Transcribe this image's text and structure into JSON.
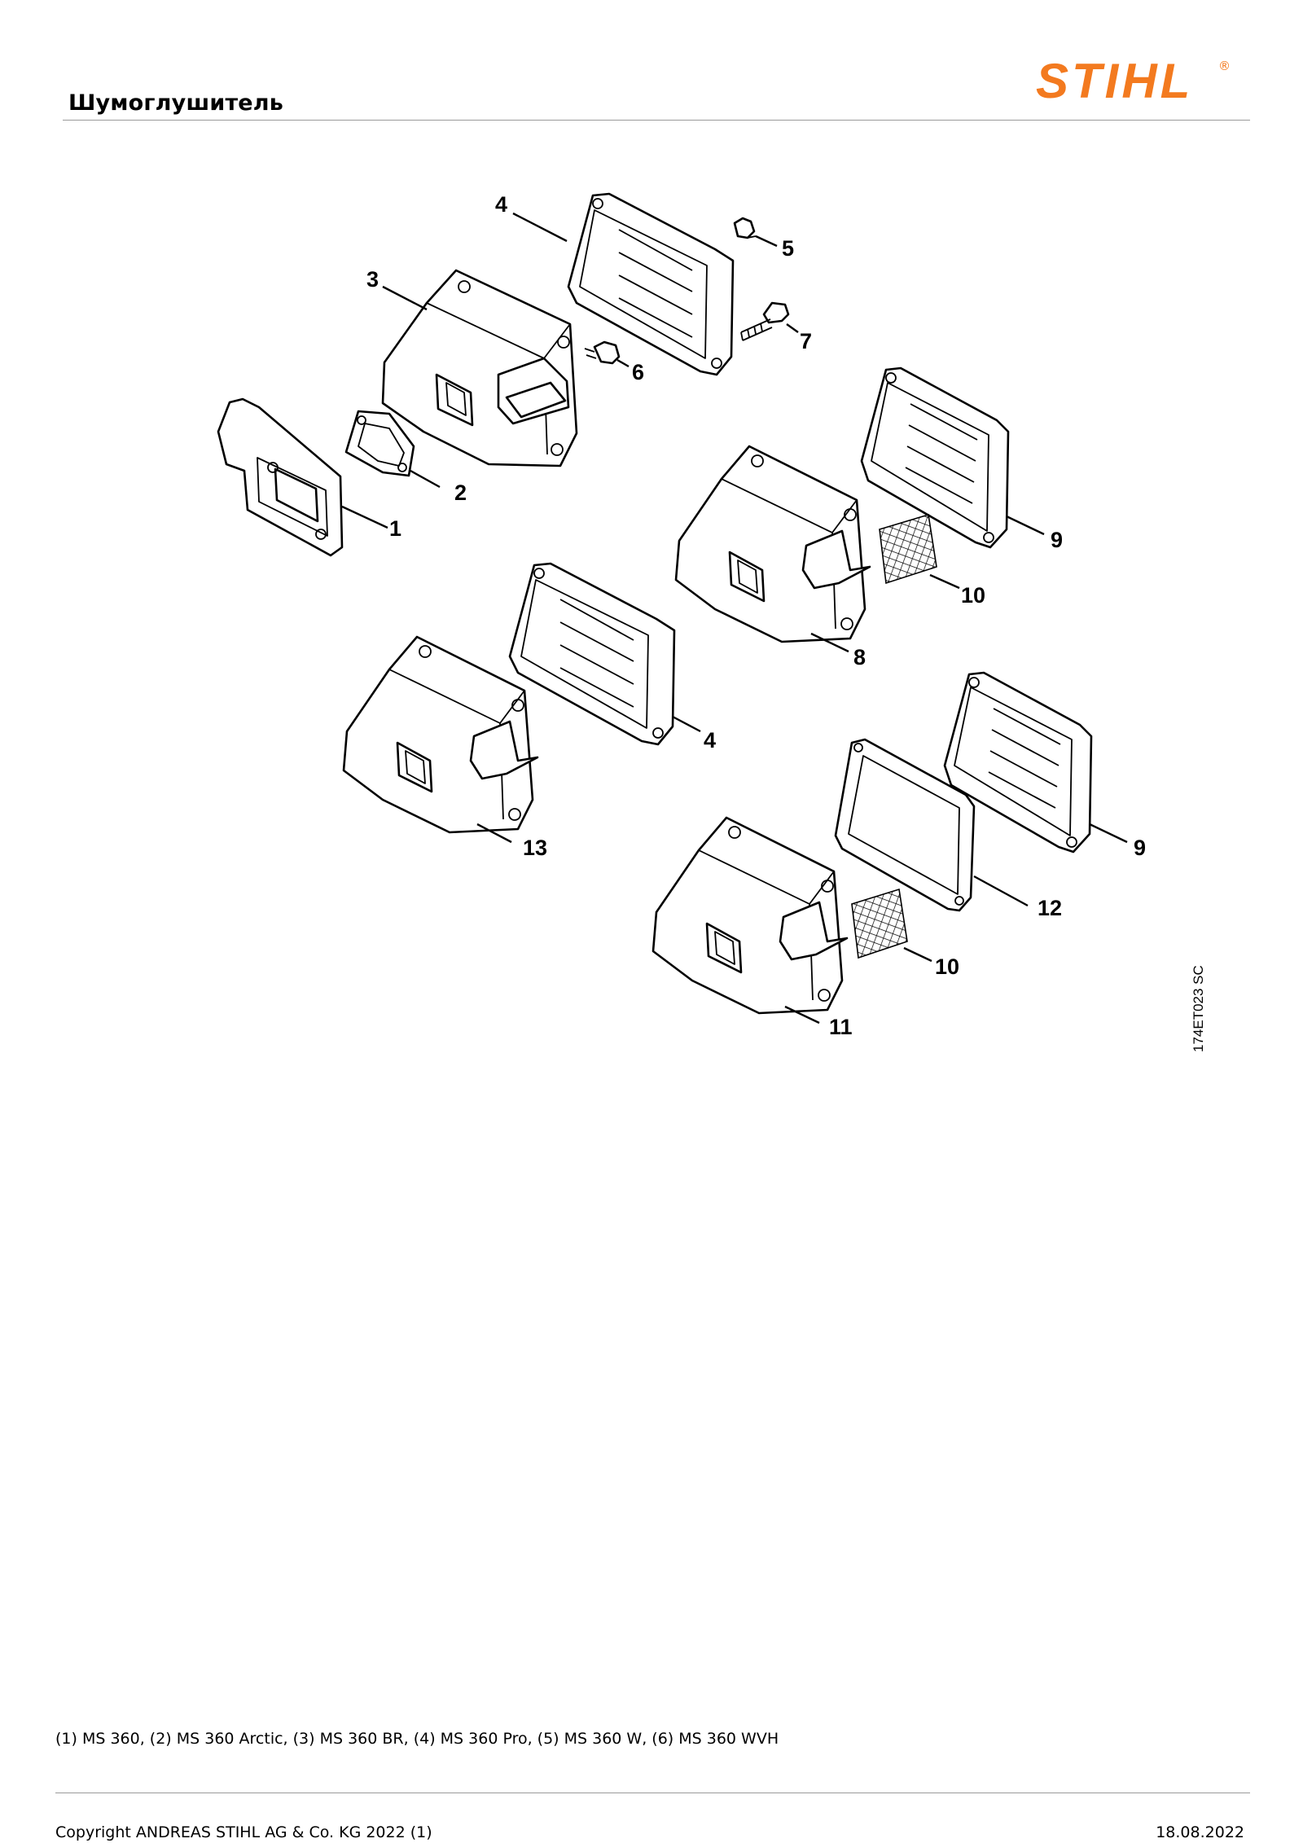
{
  "header": {
    "title": "Шумоглушитель",
    "brand": "STIHL",
    "brand_mark": "®",
    "brand_color": "#f37a1f"
  },
  "diagram": {
    "drawing_code": "174ET023 SC",
    "parts": [
      {
        "number": "1",
        "part": "flange-gasket"
      },
      {
        "number": "2",
        "part": "gasket"
      },
      {
        "number": "3",
        "part": "muffler-body"
      },
      {
        "number": "4",
        "part": "muffler-cover"
      },
      {
        "number": "5",
        "part": "screw"
      },
      {
        "number": "6",
        "part": "screw"
      },
      {
        "number": "7",
        "part": "bolt"
      },
      {
        "number": "4",
        "part": "muffler-cover"
      },
      {
        "number": "8",
        "part": "muffler-body"
      },
      {
        "number": "9",
        "part": "muffler-cover"
      },
      {
        "number": "10",
        "part": "spark-arrestor-screen"
      },
      {
        "number": "13",
        "part": "muffler-body"
      },
      {
        "number": "9",
        "part": "muffler-cover"
      },
      {
        "number": "12",
        "part": "cover-gasket"
      },
      {
        "number": "10",
        "part": "spark-arrestor-screen"
      },
      {
        "number": "11",
        "part": "muffler-body"
      }
    ]
  },
  "legend": {
    "models": "(1) MS 360, (2) MS 360 Arctic, (3) MS 360 BR, (4) MS 360 Pro, (5) MS 360 W, (6) MS 360 WVH"
  },
  "footer": {
    "copyright": "Copyright ANDREAS STIHL AG & Co. KG 2022 (1)",
    "date": "18.08.2022"
  }
}
